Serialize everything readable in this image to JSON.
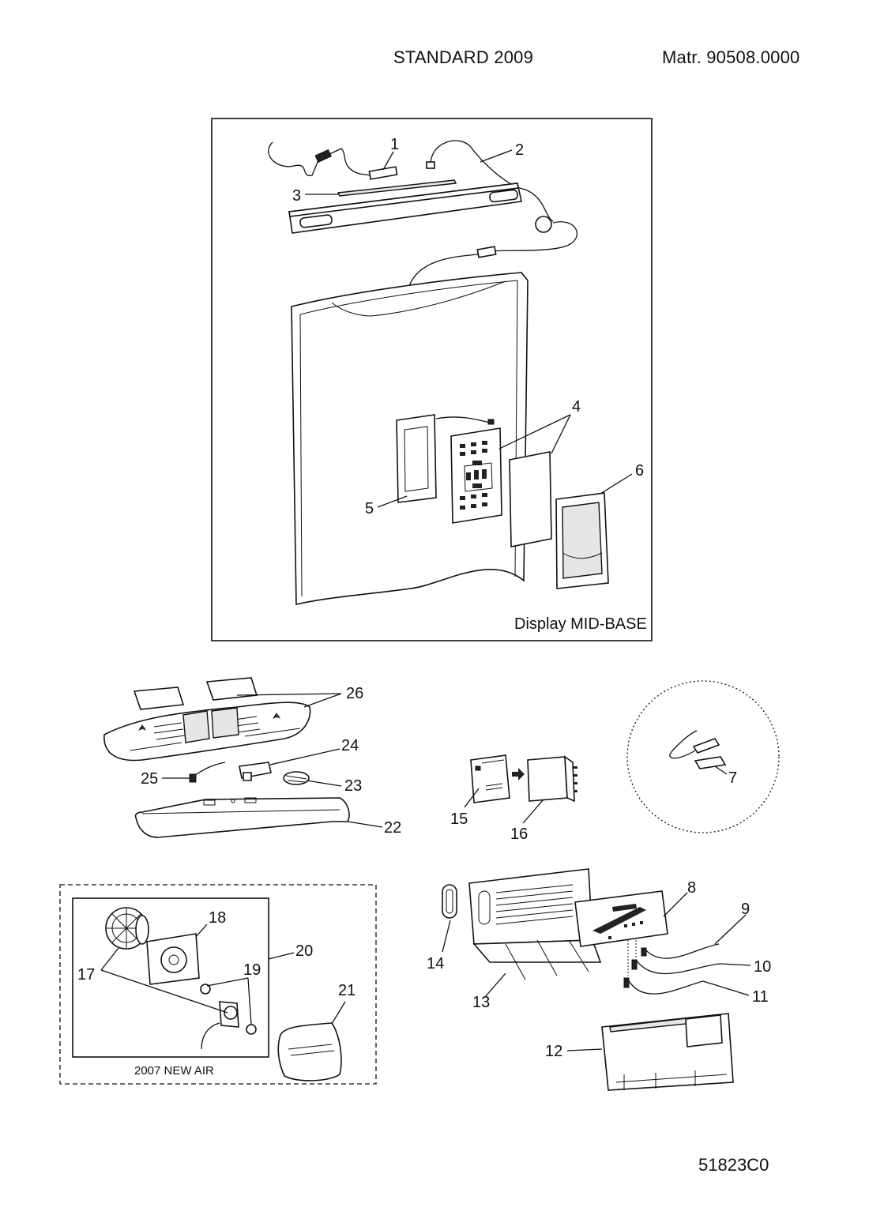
{
  "header": {
    "model": "STANDARD 2009",
    "matr": "Matr. 90508.0000"
  },
  "panels": {
    "display_label": "Display MID-BASE",
    "new_air_label": "2007  NEW AIR"
  },
  "callouts": [
    "1",
    "2",
    "3",
    "4",
    "5",
    "6",
    "7",
    "8",
    "9",
    "10",
    "11",
    "12",
    "13",
    "14",
    "15",
    "16",
    "17",
    "18",
    "19",
    "20",
    "21",
    "22",
    "23",
    "24",
    "25",
    "26"
  ],
  "footer": {
    "drawing_code": "51823C0"
  }
}
